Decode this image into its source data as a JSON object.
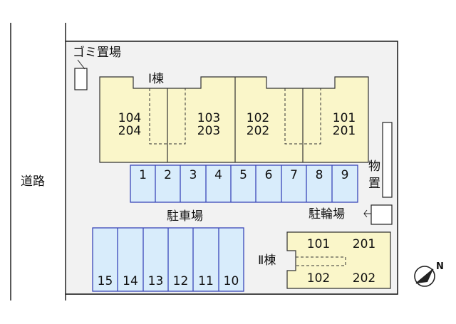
{
  "road_label": "道路",
  "garbage_label": "ゴミ置場",
  "building1": {
    "label": "Ⅰ棟",
    "units": [
      {
        "lower": "104",
        "upper": "204"
      },
      {
        "lower": "103",
        "upper": "203"
      },
      {
        "lower": "102",
        "upper": "202"
      },
      {
        "lower": "101",
        "upper": "201"
      }
    ]
  },
  "storage_label": [
    "物",
    "置"
  ],
  "parking": {
    "label": "駐車場",
    "row1": [
      "1",
      "2",
      "3",
      "4",
      "5",
      "6",
      "7",
      "8",
      "9"
    ],
    "row2": [
      "15",
      "14",
      "13",
      "12",
      "11",
      "10"
    ]
  },
  "bike_parking_label": "駐輪場",
  "building2": {
    "label": "Ⅱ棟",
    "top": [
      "101",
      "201"
    ],
    "bottom": [
      "102",
      "202"
    ]
  },
  "north_label": "N",
  "colors": {
    "building": "#faf6c9",
    "parking": "#d8ecfb",
    "parking_border": "#3a47b8",
    "site": "#f2f2f2"
  }
}
